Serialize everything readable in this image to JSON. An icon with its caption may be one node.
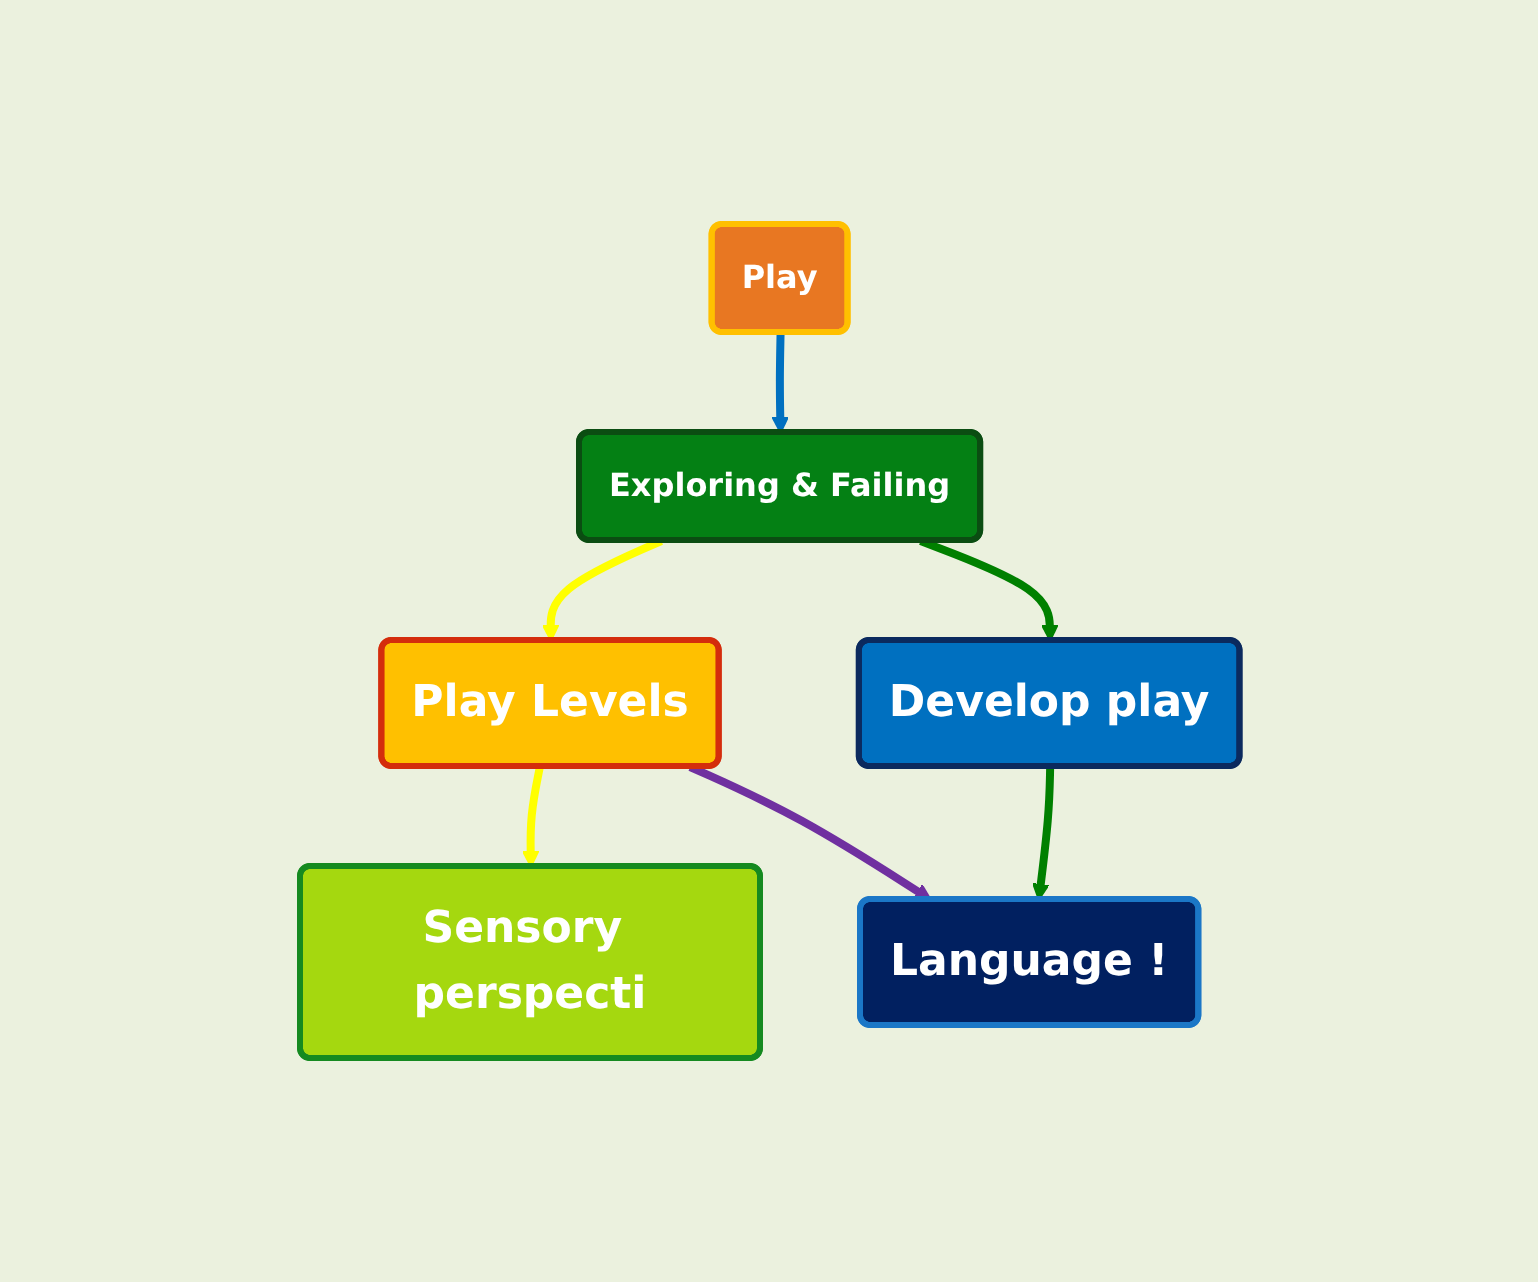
{
  "diagram": {
    "nodes": [
      {
        "text": [
          "Play"
        ]
      },
      {
        "text": [
          "Exploring & Failing"
        ]
      },
      {
        "text": [
          "Play Levels"
        ]
      },
      {
        "text": [
          "Develop play"
        ]
      },
      {
        "text": [
          "Sensory perspecti"
        ]
      },
      {
        "text": [
          "Language !"
        ]
      }
    ],
    "edges": [
      {
        "from": 0,
        "to": 1,
        "arrow": "to",
        "color": "#0070c0"
      },
      {
        "from": 1,
        "to": 2,
        "arrow": "to",
        "color": "#ffff00"
      },
      {
        "from": 1,
        "to": 3,
        "arrow": "to",
        "color": "#008000"
      },
      {
        "from": 2,
        "to": 4,
        "arrow": "to",
        "color": "#ffff00"
      },
      {
        "from": 2,
        "to": 5,
        "arrow": "to",
        "color": "#7030a0"
      },
      {
        "from": 3,
        "to": 5,
        "arrow": "to",
        "color": "#008000"
      }
    ]
  }
}
